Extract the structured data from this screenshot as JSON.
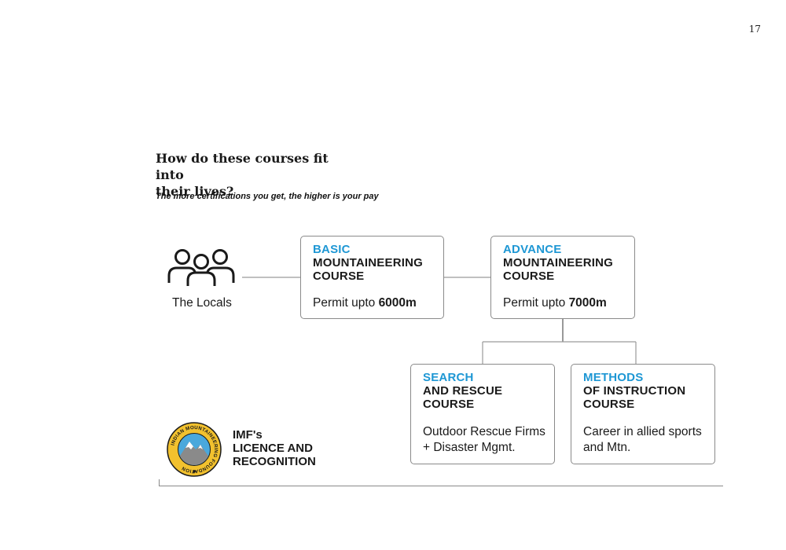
{
  "page_number": "17",
  "heading": {
    "line1": "How do these courses fit into",
    "line2": "their lives?"
  },
  "subheading": "The more certifications you get, the higher is your pay",
  "locals": {
    "icon": "people-group-icon",
    "label": "The Locals"
  },
  "cards": {
    "basic": {
      "accent": "BASIC",
      "line2": "MOUNTAINEERING",
      "line3": "COURSE",
      "desc_text": "Permit upto ",
      "desc_bold": "6000m"
    },
    "advance": {
      "accent": "ADVANCE",
      "line2": "MOUNTAINEERING",
      "line3": "COURSE",
      "desc_text": "Permit upto ",
      "desc_bold": "7000m"
    },
    "search": {
      "accent": "SEARCH",
      "line2": "AND RESCUE",
      "line3": "COURSE",
      "desc_line1": "Outdoor Rescue Firms",
      "desc_line2": "+ Disaster Mgmt."
    },
    "methods": {
      "accent": "METHODS",
      "line2": "OF INSTRUCTION",
      "line3": "COURSE",
      "desc_line1": "Career in allied sports",
      "desc_line2": "and Mtn."
    }
  },
  "imf": {
    "logo_text": "INDIAN MOUNTAINEERING FOUNDATION",
    "line1": "IMF's",
    "line2": "LICENCE AND",
    "line3": "RECOGNITION"
  },
  "colors": {
    "accent": "#1e97d4",
    "logo_ring": "#f2c12e",
    "logo_sky": "#4aa8dc",
    "border": "#8a8a8a"
  }
}
